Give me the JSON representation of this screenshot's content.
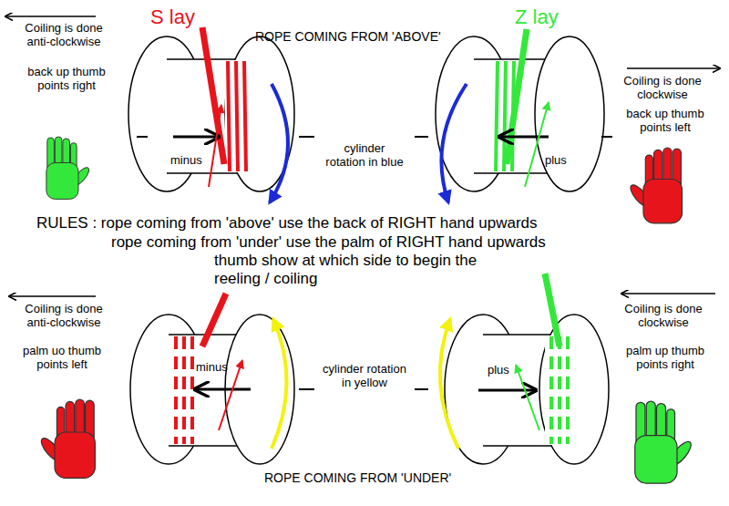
{
  "diagram": {
    "nodes": [
      {
        "text": [
          "minus"
        ]
      },
      {
        "text": [
          "plus"
        ]
      },
      {
        "text": [
          "minus"
        ]
      },
      {
        "text": [
          "plus"
        ]
      }
    ],
    "labels": [
      "S lay",
      "Z lay",
      "ROPE COMING FROM 'ABOVE'",
      "Coiling is done anti-clockwise",
      "back up thumb points right",
      "Coiling is done clockwise",
      "back up thumb points left",
      "cylinder rotation in blue",
      "RULES : rope coming from 'above' use the back of RIGHT hand upwards",
      "rope coming from 'under' use the palm of RIGHT hand upwards",
      "thumb show at which side to begin the reeling / coiling",
      "Coiling is done anti-clockwise",
      "palm uo thumb points left",
      "cylinder rotation in yellow",
      "Coiling is done clockwise",
      "palm up thumb points right",
      "ROPE COMING FROM 'UNDER'"
    ]
  }
}
